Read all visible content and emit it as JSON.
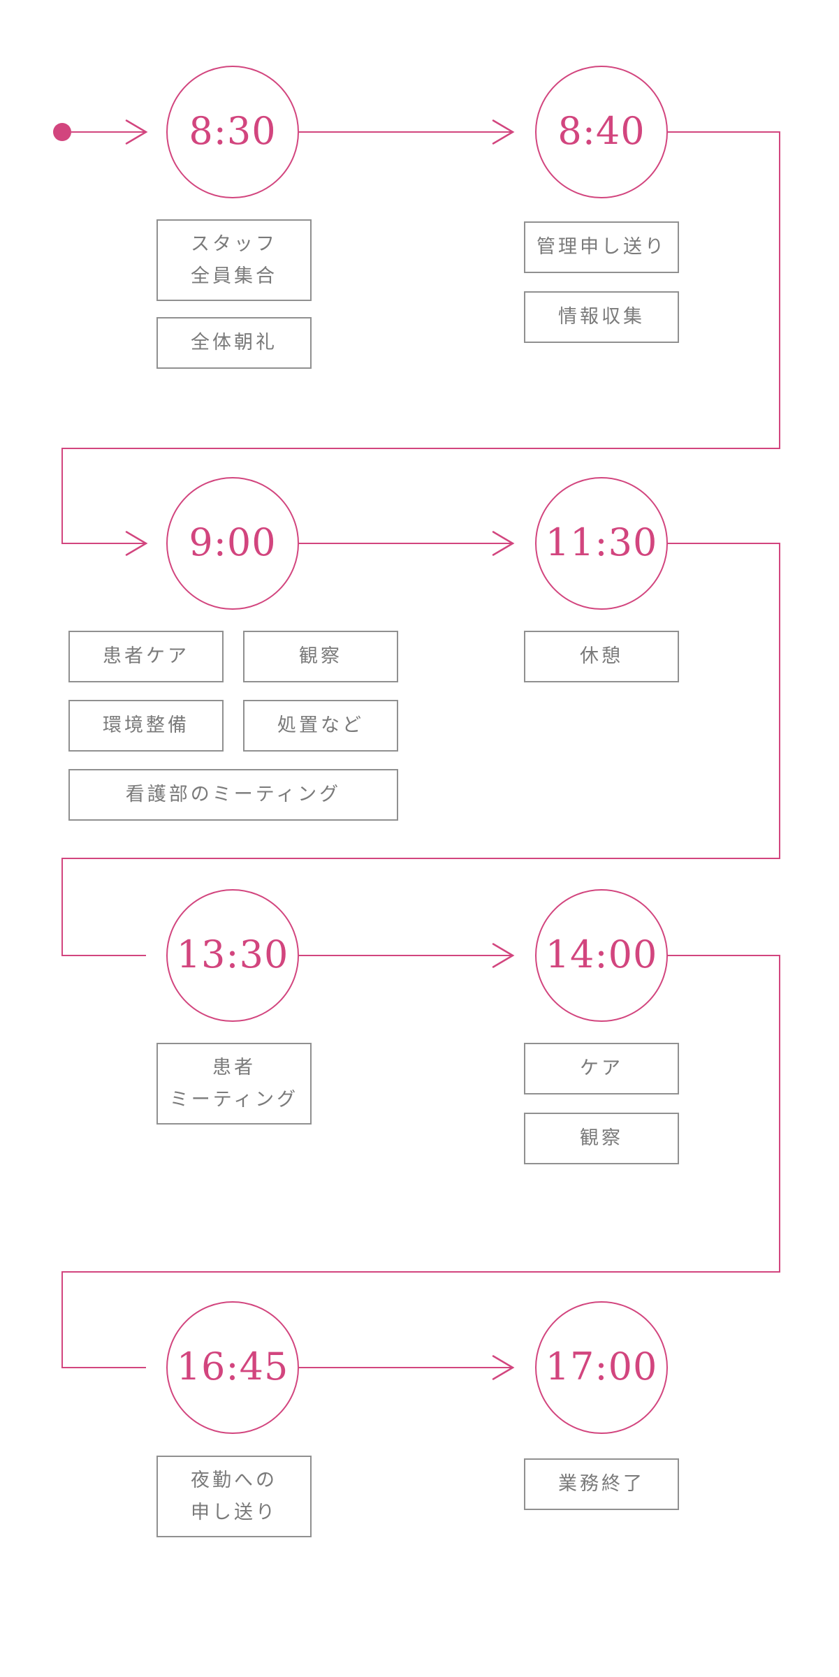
{
  "colors": {
    "accent": "#d2457e",
    "box_border": "#909090",
    "task_text": "#7a7a7a",
    "background": "#ffffff"
  },
  "timeline": {
    "description_type": "daily-work-schedule-flowchart",
    "nodes": [
      {
        "time": "8:30",
        "tasks": [
          "スタッフ\n全員集合",
          "全体朝礼"
        ]
      },
      {
        "time": "8:40",
        "tasks": [
          "管理申し送り",
          "情報収集"
        ]
      },
      {
        "time": "9:00",
        "tasks": [
          "患者ケア",
          "観察",
          "環境整備",
          "処置など",
          "看護部のミーティング"
        ]
      },
      {
        "time": "11:30",
        "tasks": [
          "休憩"
        ]
      },
      {
        "time": "13:30",
        "tasks": [
          "患者\nミーティング"
        ]
      },
      {
        "time": "14:00",
        "tasks": [
          "ケア",
          "観察"
        ]
      },
      {
        "time": "16:45",
        "tasks": [
          "夜勤への\n申し送り"
        ]
      },
      {
        "time": "17:00",
        "tasks": [
          "業務終了"
        ]
      }
    ]
  }
}
